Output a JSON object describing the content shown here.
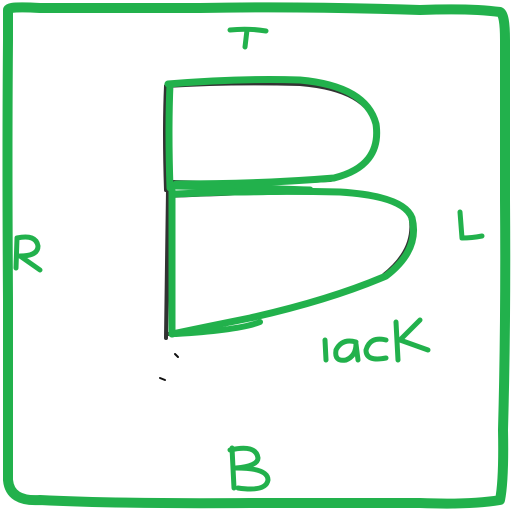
{
  "sketch": {
    "label_top": "T",
    "label_left": "R",
    "label_right": "L",
    "label_bottom": "B",
    "label_back": "Back",
    "big_letter": "B"
  },
  "colors": {
    "ink": "#22b14c",
    "ink_dark": "#0f0f0f",
    "background": "#ffffff"
  }
}
